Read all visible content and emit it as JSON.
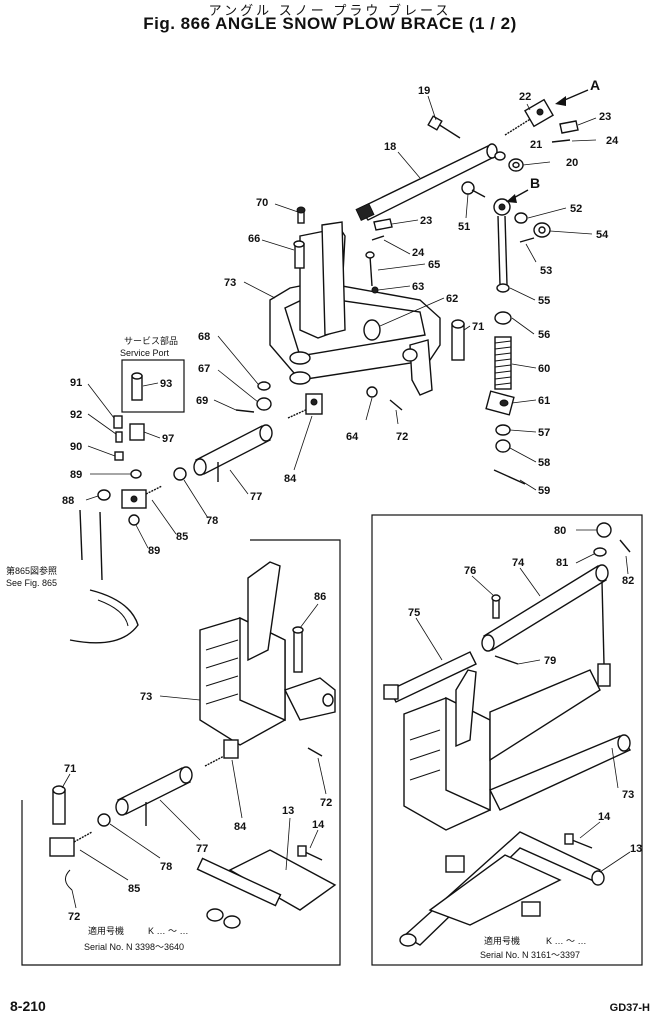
{
  "title_jp": "アングル スノー プラウ ブレース",
  "title_en": "Fig. 866 ANGLE SNOW PLOW BRACE (1 / 2)",
  "service_port": {
    "jp": "サービス部品",
    "en": "Service Port"
  },
  "see_fig": {
    "jp": "第865図参照",
    "en": "See Fig. 865"
  },
  "serial_left": {
    "jp": "適用号機",
    "k": "K …  ～ …",
    "n": "Serial No. N 3398～3640"
  },
  "serial_right": {
    "jp": "適用号機",
    "k": "K …  ～ …",
    "n": "Serial No. N 3161～3397"
  },
  "arrow_a": "A",
  "arrow_b": "B",
  "page_number": "8-210",
  "model_code": "GD37-H",
  "part_labels": {
    "p19": "19",
    "p22": "22",
    "p23a": "23",
    "p21": "21",
    "p24a": "24",
    "p20": "20",
    "p18": "18",
    "p70": "70",
    "p23b": "23",
    "p24b": "24",
    "p66": "66",
    "p65": "65",
    "p63": "63",
    "p51": "51",
    "p52": "52",
    "p54": "54",
    "p53": "53",
    "p55": "55",
    "p73a": "73",
    "p62": "62",
    "p71a": "71",
    "p56": "56",
    "p68": "68",
    "p67": "67",
    "p60": "60",
    "p69": "69",
    "p64": "64",
    "p72a": "72",
    "p61": "61",
    "p57": "57",
    "p58": "58",
    "p59": "59",
    "p93": "93",
    "p91": "91",
    "p92": "92",
    "p90": "90",
    "p97": "97",
    "p89a": "89",
    "p84a": "84",
    "p77a": "77",
    "p88": "88",
    "p78a": "78",
    "p85a": "85",
    "p89b": "89",
    "p86": "86",
    "p73b": "73",
    "p72b": "72",
    "p71b": "71",
    "p84b": "84",
    "p77b": "77",
    "p78b": "78",
    "p14a": "14",
    "p13a": "13",
    "p85b": "85",
    "p72c": "72",
    "p80": "80",
    "p81": "81",
    "p82": "82",
    "p76": "76",
    "p74": "74",
    "p75": "75",
    "p79": "79",
    "p73c": "73",
    "p14b": "14",
    "p13b": "13"
  }
}
